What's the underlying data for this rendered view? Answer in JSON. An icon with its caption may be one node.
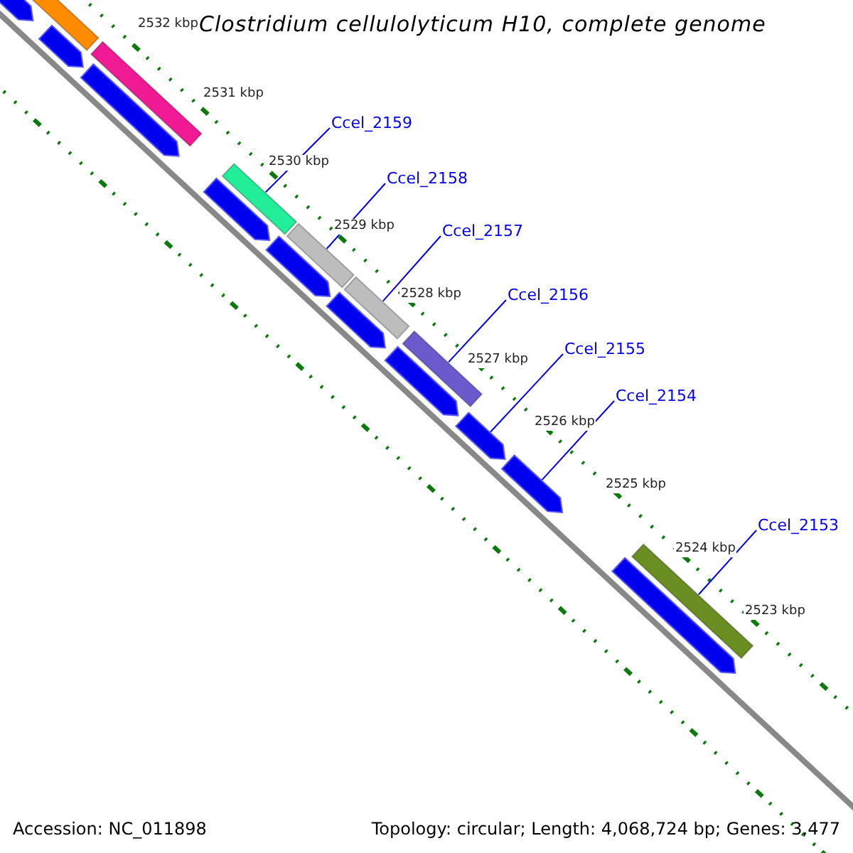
{
  "diagram": {
    "title": "Clostridium cellulolyticum H10, complete genome",
    "nodes": [
      {
        "text": [
          "Ccel_2159"
        ]
      },
      {
        "text": [
          "Ccel_2158"
        ]
      },
      {
        "text": [
          "Ccel_2157"
        ]
      },
      {
        "text": [
          "Ccel_2156"
        ]
      },
      {
        "text": [
          "Ccel_2155"
        ]
      },
      {
        "text": [
          "Ccel_2154"
        ]
      },
      {
        "text": [
          "Ccel_2153"
        ]
      },
      {
        "text": [],
        "shape": "arrow"
      },
      {
        "text": [],
        "shape": "bar"
      },
      {
        "text": [],
        "shape": "arrow"
      },
      {
        "text": [],
        "shape": "bar"
      },
      {
        "text": [],
        "shape": "arrow"
      },
      {
        "text": [],
        "shape": "bar"
      },
      {
        "text": [],
        "shape": "arrow"
      },
      {
        "text": [],
        "shape": "bar"
      },
      {
        "text": [],
        "shape": "arrow"
      },
      {
        "text": [],
        "shape": "bar"
      },
      {
        "text": [],
        "shape": "arrow"
      },
      {
        "text": [],
        "shape": "bar"
      },
      {
        "text": [],
        "shape": "arrow"
      },
      {
        "text": [],
        "shape": "arrow"
      },
      {
        "text": [],
        "shape": "arrow"
      },
      {
        "text": [],
        "shape": "bar"
      },
      {
        "text": [],
        "shape": "arrow"
      }
    ],
    "edges": [
      {
        "from": 0,
        "to": 12,
        "arrow": "none"
      },
      {
        "from": 1,
        "to": 14,
        "arrow": "none"
      },
      {
        "from": 2,
        "to": 16,
        "arrow": "none"
      },
      {
        "from": 3,
        "to": 18,
        "arrow": "none"
      },
      {
        "from": 4,
        "to": 20,
        "arrow": "none"
      },
      {
        "from": 5,
        "to": 21,
        "arrow": "none"
      },
      {
        "from": 6,
        "to": 22,
        "arrow": "none"
      }
    ],
    "labels": [
      "2532 kbp",
      "2531 kbp",
      "2530 kbp",
      "2529 kbp",
      "2528 kbp",
      "2527 kbp",
      "2526 kbp",
      "2525 kbp",
      "2524 kbp",
      "2523 kbp",
      "Accession: NC_011898",
      "Topology: circular; Length: 4,068,724 bp; Genes: 3,477"
    ]
  }
}
